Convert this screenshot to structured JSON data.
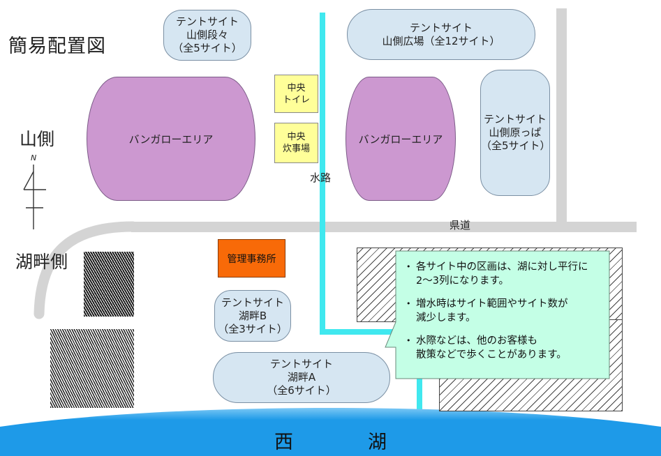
{
  "title": "簡易配置図",
  "zones": {
    "mountain": "山側",
    "lakeside": "湖畔側"
  },
  "compass": {
    "north": "N"
  },
  "water": {
    "channel": "水路",
    "lake": "西　湖"
  },
  "road": {
    "prefectural": "県道"
  },
  "sites": {
    "yama_dandan": {
      "line1": "テントサイト",
      "line2": "山側段々",
      "line3": "（全5サイト）"
    },
    "yama_hiroba": {
      "line1": "テントサイト",
      "line2": "山側広場（全12サイト）"
    },
    "yama_harappa": {
      "line1": "テントサイト",
      "line2": "山側原っぱ",
      "line3": "（全5サイト）"
    },
    "kohan_b": {
      "line1": "テントサイト",
      "line2": "湖畔B",
      "line3": "（全3サイト）"
    },
    "kohan_a": {
      "line1": "テントサイト",
      "line2": "湖畔A",
      "line3": "（全6サイト）"
    }
  },
  "bungalows": {
    "left": "バンガローエリア",
    "right": "バンガローエリア"
  },
  "facilities": {
    "toilet": {
      "line1": "中央",
      "line2": "トイレ"
    },
    "kitchen": {
      "line1": "中央",
      "line2": "炊事場"
    },
    "office": "管理事務所"
  },
  "notes": [
    {
      "line1": "各サイト中の区画は、湖に対し平行に",
      "line2": "2〜3列になります。"
    },
    {
      "line1": "増水時はサイト範囲やサイト数が",
      "line2": "減少します。"
    },
    {
      "line1": "水際などは、他のお客様も",
      "line2": "散策などで歩くことがあります。"
    }
  ],
  "colors": {
    "channel": "#40e8ef",
    "road": "#d4d4d4",
    "lake": "#1e9ae8",
    "bungalow": "#cc98d0",
    "site": "#d6e6f2",
    "facility": "#ffff99",
    "office": "#f86a08",
    "note": "#c4ffe6"
  }
}
